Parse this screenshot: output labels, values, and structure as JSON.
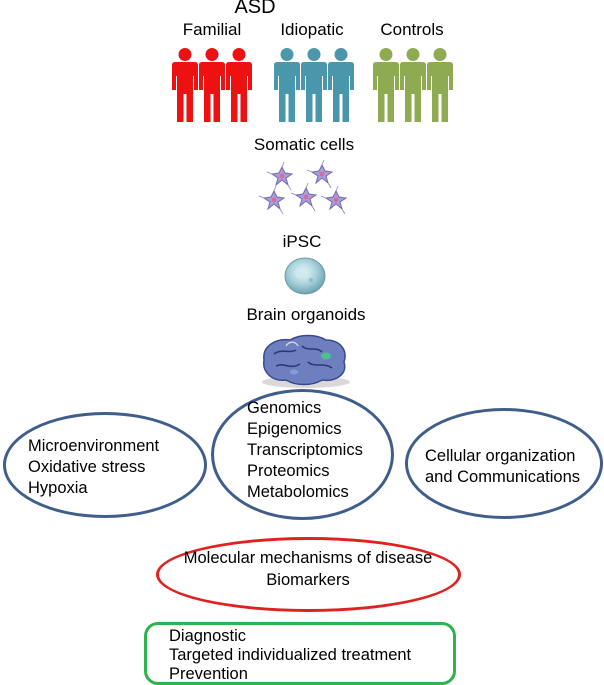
{
  "title": "ASD",
  "groups": {
    "familial": "Familial",
    "idiopatic": "Idiopatic",
    "controls": "Controls"
  },
  "colors": {
    "familial": "#ee1111",
    "idiopatic": "#4a96ab",
    "controls": "#8fab52",
    "oval_border": "#3f5e8c",
    "mechanisms_border": "#e0211f",
    "outcomes_border": "#2eb34d"
  },
  "stages": {
    "somatic": "Somatic cells",
    "ipsc": "iPSC",
    "organoids": "Brain organoids"
  },
  "ovals": {
    "environment": [
      "Microenvironment",
      "Oxidative stress",
      "Hypoxia"
    ],
    "omics": [
      "Genomics",
      "Epigenomics",
      "Transcriptomics",
      "Proteomics",
      "Metabolomics"
    ],
    "cellular": [
      "Cellular organization",
      "and Communications"
    ]
  },
  "mechanisms": {
    "line1": "Molecular mechanisms of disease",
    "line2": "Biomarkers"
  },
  "outcomes": [
    "Diagnostic",
    "Targeted individualized treatment",
    "Prevention"
  ]
}
